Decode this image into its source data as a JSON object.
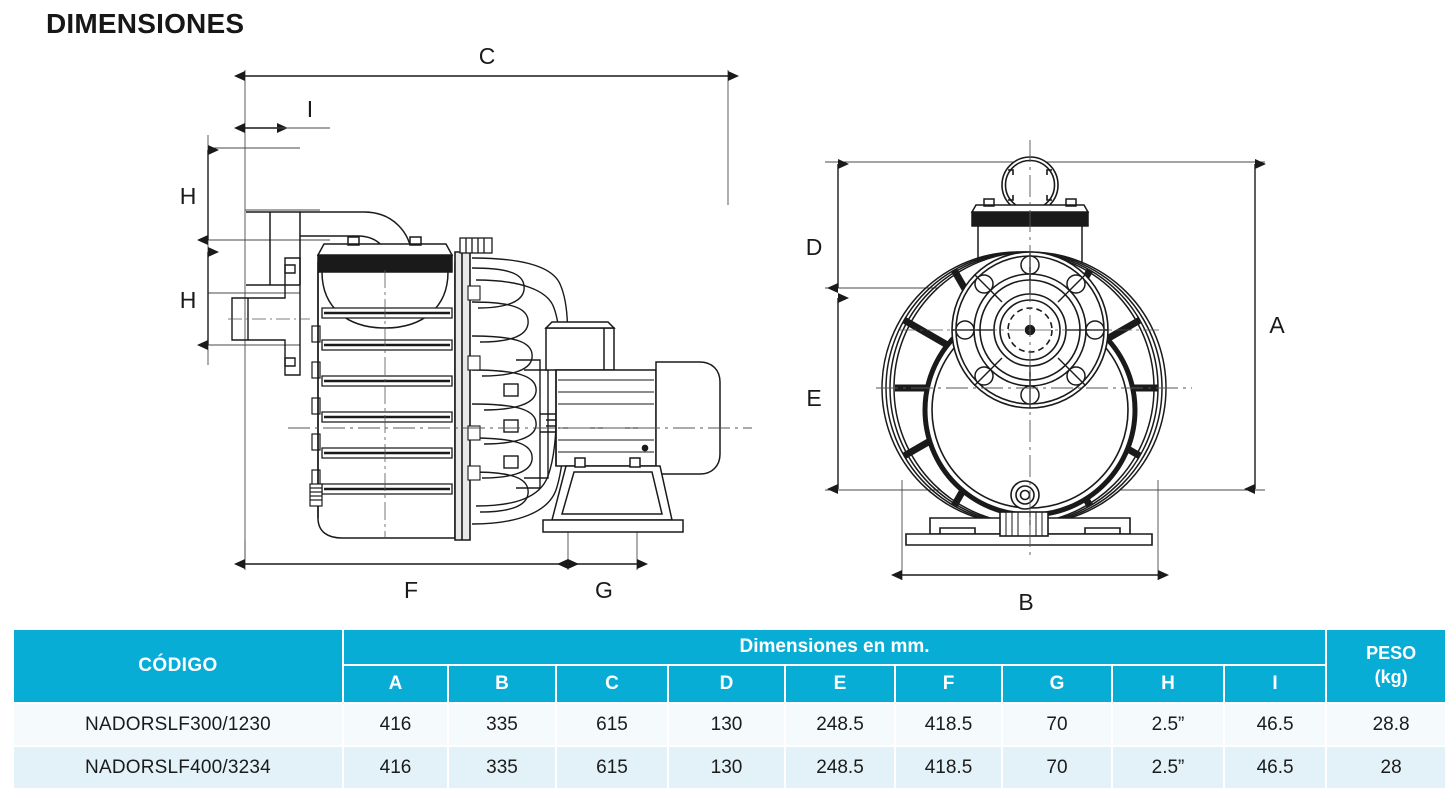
{
  "page": {
    "title": "DIMENSIONES",
    "accent_color": "#08ADD5",
    "row_color_a": "#F5FAFC",
    "row_color_b": "#E3F2F8",
    "line_color": "#1a1a1a"
  },
  "drawings": {
    "side_view": {
      "name": "pump-side-view",
      "dimension_labels": [
        "C",
        "I",
        "H",
        "H",
        "F",
        "G"
      ]
    },
    "front_view": {
      "name": "pump-front-view",
      "dimension_labels": [
        "D",
        "E",
        "A",
        "B"
      ]
    },
    "labels": {
      "c": "C",
      "i": "I",
      "h1": "H",
      "h2": "H",
      "f": "F",
      "g": "G",
      "d": "D",
      "e": "E",
      "a": "A",
      "b": "B"
    }
  },
  "table": {
    "header": {
      "code": "CÓDIGO",
      "group": "Dimensiones en mm.",
      "peso_line1": "PESO",
      "peso_line2": "(kg)",
      "dims": [
        "A",
        "B",
        "C",
        "D",
        "E",
        "F",
        "G",
        "H",
        "I"
      ]
    },
    "rows": [
      {
        "code": "NADORSLF300/1230",
        "values": [
          "416",
          "335",
          "615",
          "130",
          "248.5",
          "418.5",
          "70",
          "2.5”",
          "46.5"
        ],
        "peso": "28.8"
      },
      {
        "code": "NADORSLF400/3234",
        "values": [
          "416",
          "335",
          "615",
          "130",
          "248.5",
          "418.5",
          "70",
          "2.5”",
          "46.5"
        ],
        "peso": "28"
      }
    ]
  }
}
